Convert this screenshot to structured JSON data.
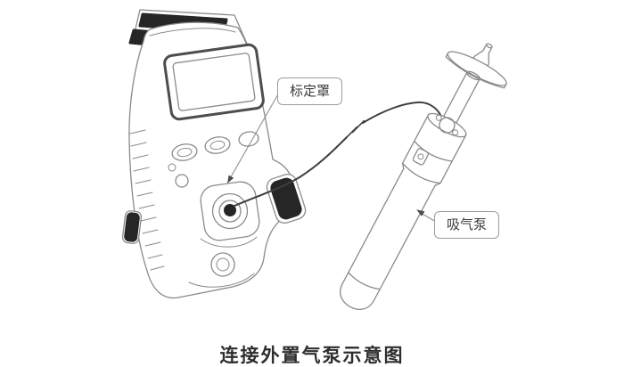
{
  "diagram": {
    "caption": "连接外置气泵示意图",
    "labels": {
      "calibration_cap": "标定罩",
      "suction_pump": "吸气泵"
    },
    "colors": {
      "line": "#8a8a8a",
      "dark_fill": "#262626",
      "label_border": "#9c9c9c",
      "text": "#3a3a3a",
      "tube": "#3f3f3f"
    }
  }
}
